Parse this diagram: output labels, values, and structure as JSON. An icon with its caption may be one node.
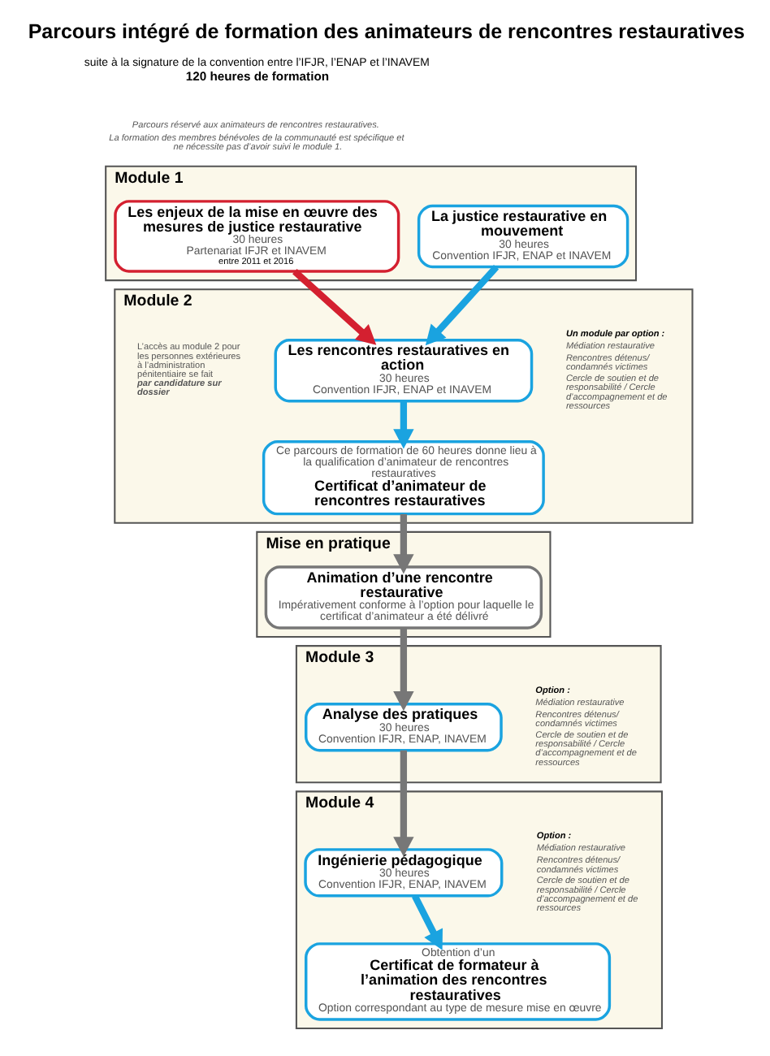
{
  "diagram": {
    "title": "Parcours intégré de formation des animateurs de rencontres restauratives",
    "nodes": [
      {
        "text": [
          "Module 1"
        ]
      },
      {
        "text": [
          "Les enjeux de la mise en œuvre des mesures de justice restaurative",
          "30 heures",
          "Partenariat IFJR et INAVEM",
          "entre 2011 et 2016"
        ],
        "in": 0
      },
      {
        "text": [
          "La justice restaurative en mouvement",
          "30 heures",
          "Convention IFJR, ENAP et INAVEM"
        ],
        "in": 0
      },
      {
        "text": [
          "Module 2"
        ]
      },
      {
        "text": [
          "Les rencontres restauratives en action",
          "30 heures",
          "Convention IFJR, ENAP et INAVEM"
        ],
        "in": 3
      },
      {
        "text": [
          "Ce parcours de formation de 60 heures donne lieu à la qualification d’animateur de rencontres restauratives",
          "Certificat d’animateur de rencontres restauratives"
        ],
        "in": 3
      },
      {
        "text": [
          "Mise en pratique"
        ]
      },
      {
        "text": [
          "Animation d’une rencontre restaurative",
          "Impérativement conforme à l’option pour laquelle le certificat d’animateur a été délivré"
        ],
        "in": 6
      },
      {
        "text": [
          "Module 3"
        ]
      },
      {
        "text": [
          "Analyse des pratiques",
          "30 heures",
          "Convention IFJR, ENAP, INAVEM"
        ],
        "in": 8
      },
      {
        "text": [
          "Module 4"
        ]
      },
      {
        "text": [
          "Ingénierie pédagogique",
          "30 heures",
          "Convention IFJR, ENAP, INAVEM"
        ],
        "in": 10
      },
      {
        "text": [
          "Obtention d’un",
          "Certificat de formateur à l’animation des rencontres restauratives",
          "Option correspondant au type de mesure mise en œuvre"
        ],
        "in": 10
      }
    ],
    "edges": [
      {
        "from": 1,
        "to": 4,
        "arrow": "to",
        "color": "#d42030"
      },
      {
        "from": 2,
        "to": 4,
        "arrow": "to",
        "color": "#1aa3e0"
      },
      {
        "from": 4,
        "to": 5,
        "arrow": "to",
        "color": "#1aa3e0"
      },
      {
        "from": 5,
        "to": 7,
        "arrow": "to",
        "color": "#777777"
      },
      {
        "from": 7,
        "to": 9,
        "arrow": "to",
        "color": "#777777"
      },
      {
        "from": 9,
        "to": 11,
        "arrow": "to",
        "color": "#777777"
      },
      {
        "from": 11,
        "to": 12,
        "arrow": "to",
        "color": "#1aa3e0"
      }
    ],
    "labels": [
      "suite à la signature de la convention entre l’IFJR, l’ENAP et l’INAVEM",
      "120 heures de formation",
      "Parcours réservé aux animateurs de rencontres restauratives.",
      "La formation des membres bénévoles de la communauté est spécifique et ne nécessite pas d’avoir suivi le module 1.",
      "L’accès au module 2 pour les personnes extérieures à l’administration pénitentiaire se fait **par candidature sur dossier**",
      "Un module par option :",
      "Médiation restaurative",
      "Rencontres détenus/ condamnés victimes",
      "Cercle de soutien et de responsabilité / Cercle d’accompagnement et de ressources",
      "Option :",
      "Médiation restaurative",
      "Rencontres détenus/ condamnés victimes",
      "Cercle de soutien et de responsabilité / Cercle d’accompagnement et de ressources",
      "Option :",
      "Médiation restaurative",
      "Rencontres détenus/ condamnés victimes",
      "Cercle de soutien et de responsabilité / Cercle d’accompagnement et de ressources"
    ]
  }
}
